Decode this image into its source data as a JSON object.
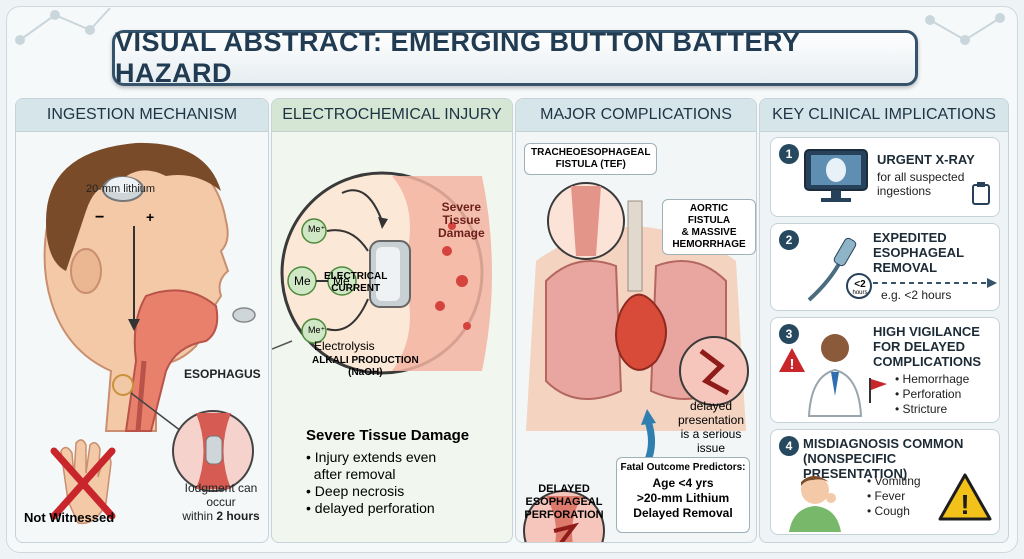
{
  "title": "VISUAL ABSTRACT: EMERGING BUTTON BATTERY HAZARD",
  "panels": {
    "ingestion": {
      "heading": "INGESTION MECHANISM",
      "battery_label": "20-mm lithium",
      "minus": "−",
      "plus": "+",
      "esophagus": "ESOPHAGUS",
      "not_witnessed": "Not Witnessed",
      "lodgment_1": "Iodgment can",
      "lodgment_2": "occur",
      "lodgment_3": "within",
      "lodgment_hours": "2 hours"
    },
    "electrochemical": {
      "heading": "ELECTROCHEMICAL INJURY",
      "current_1": "ELECTRICAL",
      "current_2": "CURRENT",
      "me1": "Me⁺",
      "me2": "Me",
      "me3": "Me",
      "me4": "Me⁺",
      "severe_1": "Severe",
      "severe_2": "Tissue",
      "severe_3": "Damage",
      "electrolysis": "Electrolysis",
      "alkali_1": "ALKALI PRODUCTION",
      "alkali_2": "(NaOH)",
      "summary_title": "Severe Tissue Damage",
      "bullets": [
        "Injury extends even",
        "after removal",
        "Deep necrosis",
        "delayed perforation"
      ]
    },
    "complications": {
      "heading": "MAJOR COMPLICATIONS",
      "tef_1": "TRACHEOESOPHAGEAL",
      "tef_2": "FISTULA (TEF)",
      "aortic_1": "AORTIC FISTULA",
      "aortic_2": "& MASSIVE",
      "aortic_3": "HEMORRHAGE",
      "delayed_1": "delayed",
      "delayed_2": "presentation",
      "delayed_3": "is a serious issue",
      "perf_1": "DELAYED",
      "perf_2": "ESOPHAGEAL",
      "perf_3": "PERFORATION",
      "predictors_title": "Fatal Outcome Predictors:",
      "predictors": [
        "Age <4 yrs",
        ">20-mm Lithium",
        "Delayed Removal"
      ]
    },
    "implications": {
      "heading": "KEY CLINICAL IMPLICATIONS",
      "steps": [
        {
          "num": "1",
          "title_1": "URGENT X-RAY",
          "sub_1": "for all suspected",
          "sub_2": "ingestions"
        },
        {
          "num": "2",
          "title_1": "EXPEDITED",
          "title_2": "ESOPHAGEAL",
          "title_3": "REMOVAL",
          "clock": "<2",
          "clock_unit": "hours",
          "sub_1": "e.g. <2 hours"
        },
        {
          "num": "3",
          "title_1": "HIGH VIGILANCE",
          "title_2": "FOR DELAYED",
          "title_3": "COMPLICATIONS",
          "bullets": [
            "Hemorrhage",
            "Perforation",
            "Stricture"
          ]
        },
        {
          "num": "4",
          "title_1": "MISDIAGNOSIS COMMON",
          "title_2": "(NONSPECIFIC PRESENTATION)",
          "bullets": [
            "Vomiting",
            "Fever",
            "Cough"
          ]
        }
      ]
    }
  },
  "colors": {
    "navy": "#203b52",
    "tissue": "#e58a7a",
    "danger": "#c8262b",
    "warning": "#f2c21b"
  }
}
